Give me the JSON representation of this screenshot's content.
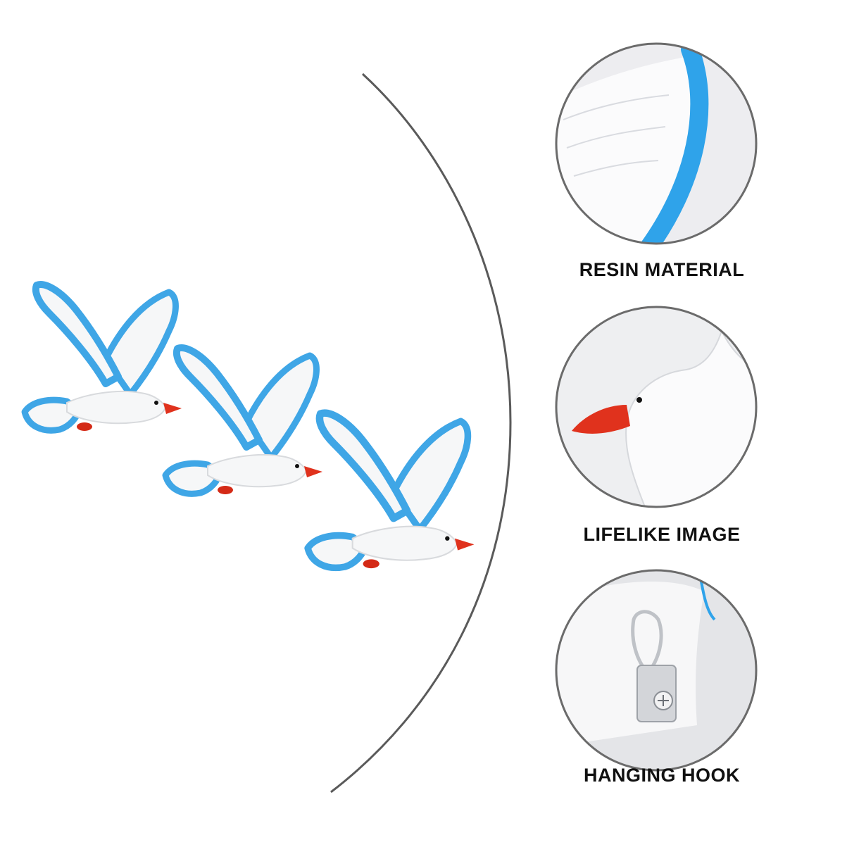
{
  "features": [
    {
      "label": "RESIN MATERIAL"
    },
    {
      "label": "LIFELIKE IMAGE"
    },
    {
      "label": "HANGING HOOK"
    }
  ],
  "colors": {
    "wing_edge": "#3fa6e6",
    "body": "#f6f7f8",
    "beak": "#e0321d",
    "feet": "#d42a16",
    "arc_line": "#5a5a5a",
    "circle_border": "#6b6b6b",
    "caption_text": "#111111"
  },
  "icons": [
    "seagull-figurine",
    "resin-wing-closeup",
    "seagull-head-closeup",
    "hanging-hook-closeup"
  ]
}
